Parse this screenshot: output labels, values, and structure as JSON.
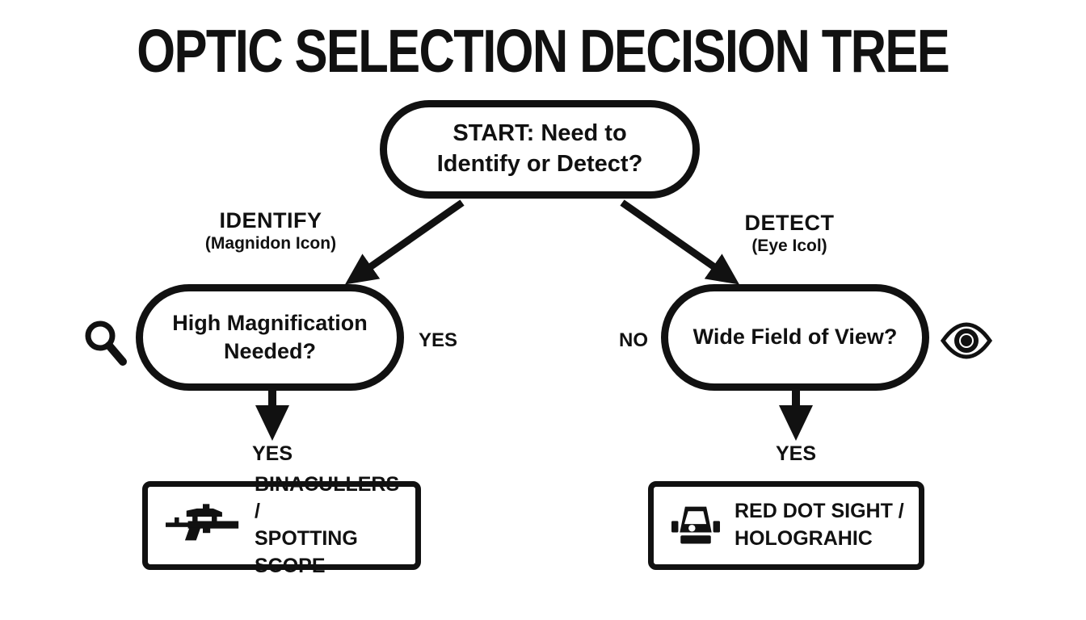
{
  "colors": {
    "ink": "#111111",
    "background": "#ffffff"
  },
  "title": "OPTIC SELECTION DECISION TREE",
  "tree": {
    "start": {
      "label": "START: Need to\nIdentify or Detect?"
    },
    "branches": {
      "identify": {
        "label": "IDENTIFY",
        "sublabel": "(Magnidon Icon)"
      },
      "detect": {
        "label": "DETECT",
        "sublabel": "(Eye Icol)"
      }
    },
    "decisions": {
      "magnification": {
        "question": "High Magnification\nNeeded?",
        "side_answer": "YES",
        "down_answer": "YES",
        "icon": "magnifier-icon"
      },
      "field_of_view": {
        "question": "Wide Field of View?",
        "side_answer": "NO",
        "down_answer": "YES",
        "icon": "eye-icon"
      }
    },
    "results": {
      "identify": {
        "label": "BINACULLERS /\nSPOTTING SCOPE",
        "icon": "scoped-rifle-icon"
      },
      "detect": {
        "label": "RED DOT SIGHT /\nHOLOGRAHIC",
        "icon": "red-dot-sight-icon"
      }
    }
  }
}
